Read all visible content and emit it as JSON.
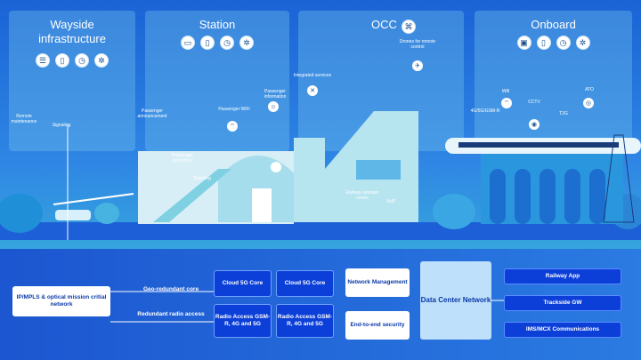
{
  "panels": [
    {
      "title_line1": "Wayside",
      "title_line2": "infrastructure"
    },
    {
      "title_line1": "Station",
      "title_line2": ""
    },
    {
      "title_line1": "OCC",
      "title_line2": ""
    },
    {
      "title_line1": "Onboard",
      "title_line2": ""
    }
  ],
  "scene_labels": {
    "remote_maintenance": "Remote maintenance",
    "signaling": "Signaling",
    "passenger_announcement": "Passenger announcement",
    "passenger_wifi": "Passenger WiFi",
    "passenger_information": "Passenger information",
    "passenger_protection": "Passenger protection",
    "ticketing": "Ticketing",
    "integrated_services": "Integrated services",
    "drones": "Drones for remote control",
    "railway_operator_centre": "Railway operator centre",
    "voip": "VoIP",
    "wifi": "Wifi",
    "cellular": "4G/5G/GSM-R",
    "cctv": "CCTV",
    "t2g": "T2G",
    "ato": "ATO"
  },
  "network": {
    "critical_network": "IP/MPLS & optical mission critial network",
    "geo_redundant": "Geo-redundant core",
    "redundant_radio": "Redundant radio access",
    "cloud_core_1": "Cloud 5G Core",
    "cloud_core_2": "Cloud 5G Core",
    "radio_access_1": "Radio Access GSM-R, 4G and 5G",
    "radio_access_2": "Radio Access GSM-R, 4G and 5G",
    "network_management": "Network Management",
    "end_to_end_security": "End-to-end security",
    "data_center_network": "Data Center Network",
    "railway_app": "Railway App",
    "trackside_gw": "Trackside GW",
    "ims_mcx": "IMS/MCX Communications"
  },
  "colors": {
    "accent_blue": "#0b3fd8",
    "data_center": "#bfe0fb",
    "panel": "#78c8eb"
  },
  "icons": [
    "wifi-icon",
    "phone-icon",
    "clock-icon",
    "gear-icon",
    "camera-icon",
    "drone-icon",
    "train-icon"
  ]
}
